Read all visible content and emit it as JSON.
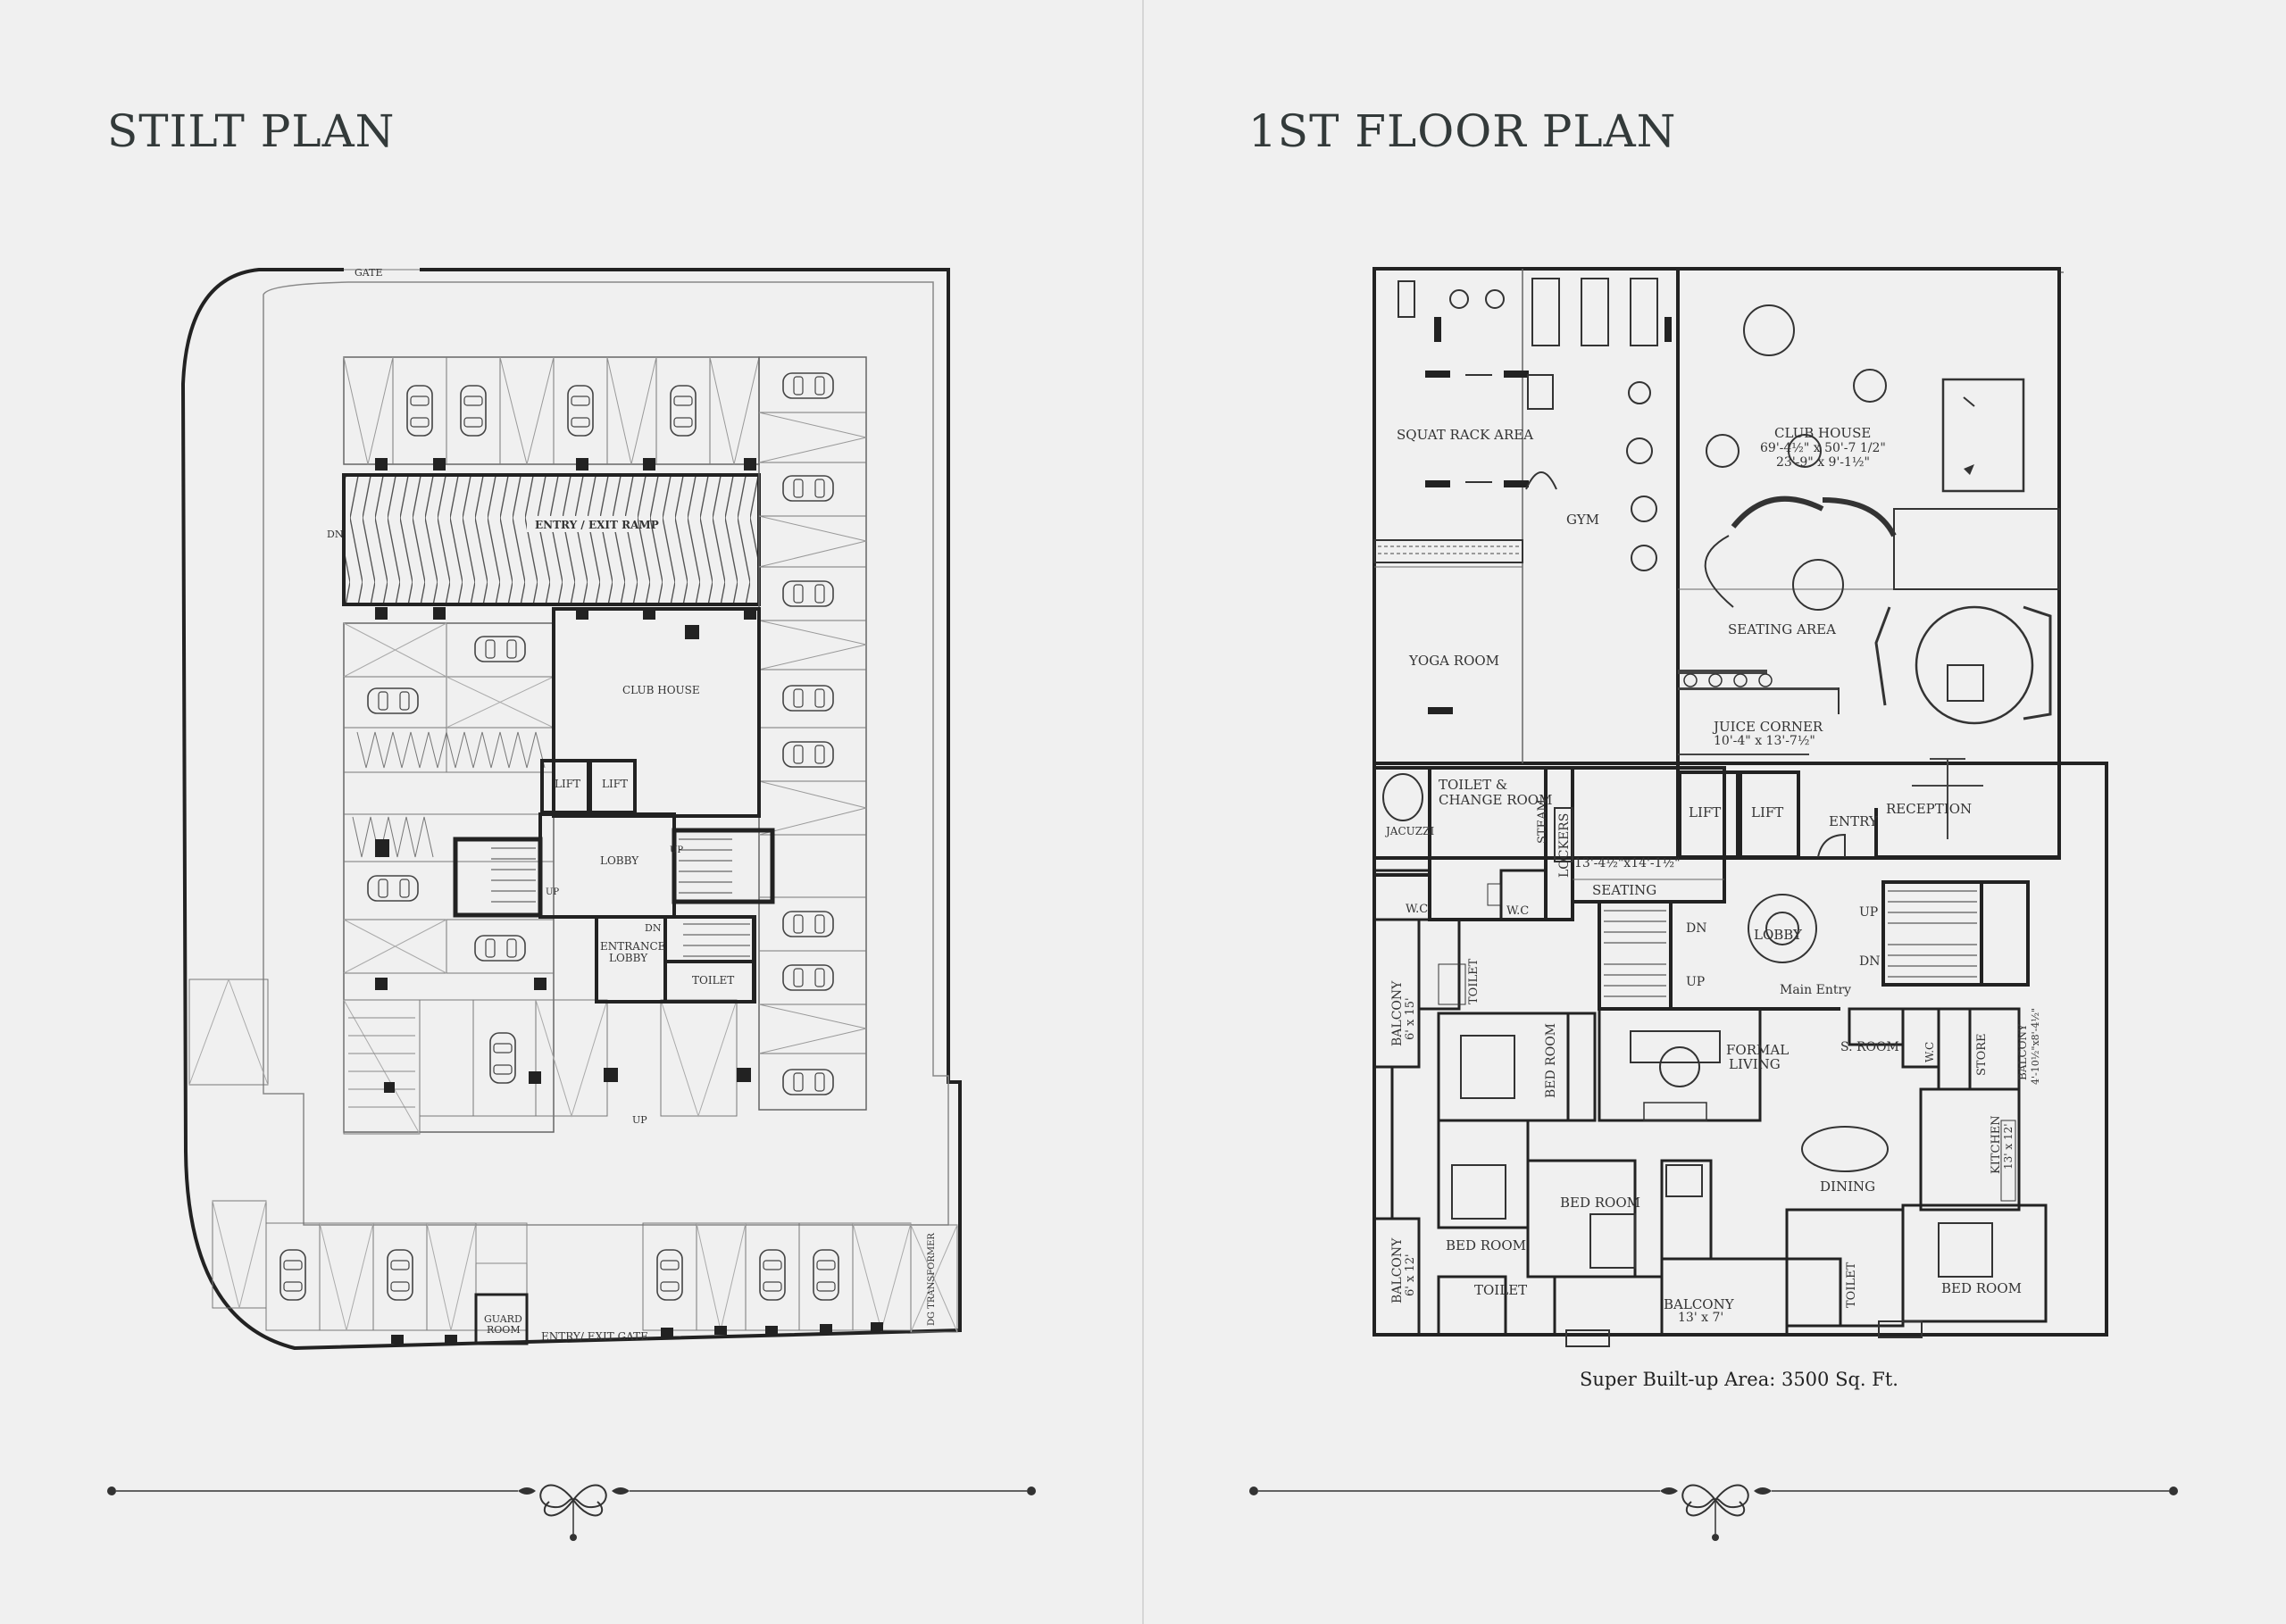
{
  "stilt": {
    "title": "STILT PLAN",
    "labels": {
      "gate": "GATE",
      "dn": "DN",
      "ramp": "ENTRY / EXIT RAMP",
      "club_house": "CLUB HOUSE",
      "lift1": "LIFT",
      "lift2": "LIFT",
      "lobby": "LOBBY",
      "up1": "UP",
      "up2": "UP",
      "dn2": "DN",
      "entrance_lobby1": "ENTRANCE",
      "entrance_lobby2": "LOBBY",
      "toilet": "TOILET",
      "up3": "UP",
      "guard1": "GUARD",
      "guard2": "ROOM",
      "entry_exit_gate": "ENTRY/ EXIT GATE",
      "dg": "DG TRANSFORMER"
    }
  },
  "first_floor": {
    "title": "1ST FLOOR PLAN",
    "area": "Super Built-up Area: 3500 Sq. Ft.",
    "labels": {
      "squat": "SQUAT RACK AREA",
      "gym": "GYM",
      "club_house": "CLUB HOUSE",
      "club_dim1": "69'-4½\" x 50'-7 1/2\"",
      "club_dim2": "23'-9\" x 9'-1½\"",
      "yoga": "YOGA ROOM",
      "seating_area": "SEATING AREA",
      "juice": "JUICE CORNER",
      "juice_dim": "10'-4\"  x 13'-7½\"",
      "toilet_change1": "TOILET &",
      "toilet_change2": "CHANGE ROOM",
      "jacuzzi": "JACUZZI",
      "steam": "STEAM",
      "lockers": "LOCKERS",
      "seating_dim": "13'-4½\"x14'-1½\"",
      "seating": "SEATING",
      "lift1": "LIFT",
      "lift2": "LIFT",
      "entry": "ENTRY",
      "reception": "RECEPTION",
      "wc1": "W.C",
      "wc2": "W.C",
      "dn1": "DN",
      "up1": "UP",
      "lobby": "LOBBY",
      "up2": "UP",
      "dn2": "DN",
      "main_entry": "Main Entry",
      "balcony1": "BALCONY",
      "balcony1_dim": "6' x 15'",
      "toilet1": "TOILET",
      "bed_room1": "BED ROOM",
      "formal1": "FORMAL",
      "formal2": "LIVING",
      "s_room": "S. ROOM",
      "wc3": "W.C",
      "store": "STORE",
      "balcony2": "BALCONY",
      "balcony2_dim": "4'-10½\"x8'-4½\"",
      "kitchen": "KITCHEN",
      "kitchen_dim": "13' x 12'",
      "dining": "DINING",
      "bed_room2": "BED ROOM",
      "bed_room3": "BED ROOM",
      "balcony3": "BALCONY",
      "balcony3_dim": "6' x 12'",
      "toilet2": "TOILET",
      "balcony4": "BALCONY",
      "balcony4_dim": "13' x 7'",
      "toilet3": "TOILET",
      "bed_room4": "BED ROOM"
    }
  }
}
